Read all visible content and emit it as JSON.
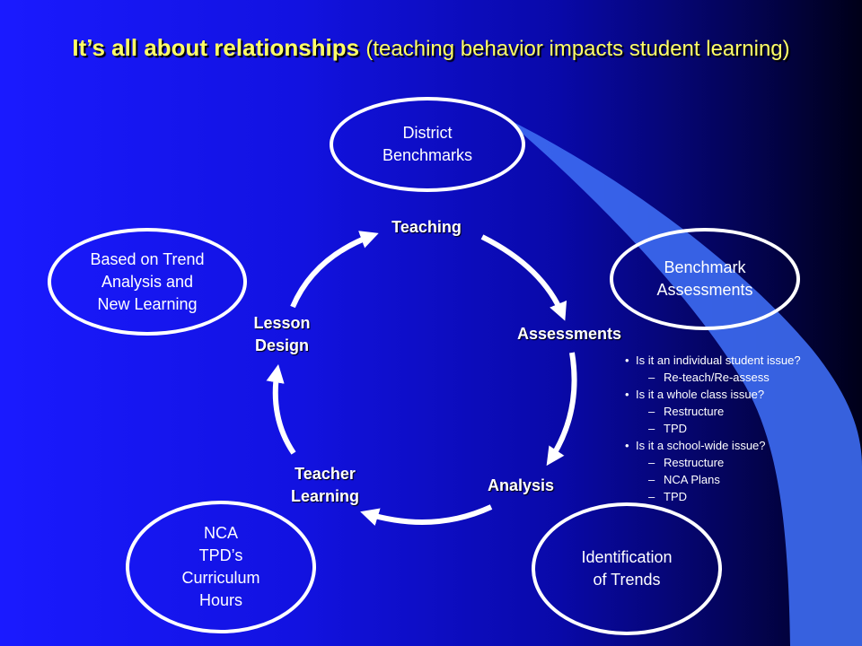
{
  "title": {
    "main": "It’s all about relationships",
    "sub": "(teaching behavior impacts student learning)"
  },
  "ovals": {
    "district_benchmarks": [
      "District",
      "Benchmarks"
    ],
    "benchmark_assessments": [
      "Benchmark",
      "Assessments"
    ],
    "identification_of_trends": [
      "Identification",
      "of Trends"
    ],
    "nca_tpds": [
      "NCA",
      "TPD’s",
      "Curriculum",
      "Hours"
    ],
    "trend_analysis": [
      "Based on Trend",
      "Analysis and",
      "New Learning"
    ]
  },
  "cycle": {
    "teaching": "Teaching",
    "assessments": "Assessments",
    "analysis": "Analysis",
    "teacher_learning": [
      "Teacher",
      "Learning"
    ],
    "lesson_design": [
      "Lesson",
      "Design"
    ]
  },
  "notes": [
    {
      "question": "Is it an individual student issue?",
      "answers": [
        "Re-teach/Re-assess"
      ]
    },
    {
      "question": "Is it a whole class issue?",
      "answers": [
        "Restructure",
        "TPD"
      ]
    },
    {
      "question": "Is it a school-wide issue?",
      "answers": [
        "Restructure",
        "NCA Plans",
        "TPD"
      ]
    }
  ],
  "colors": {
    "title": "#ffff66",
    "swoosh": "#3d6cf2",
    "oval_border": "#ffffff",
    "text": "#ffffff"
  }
}
